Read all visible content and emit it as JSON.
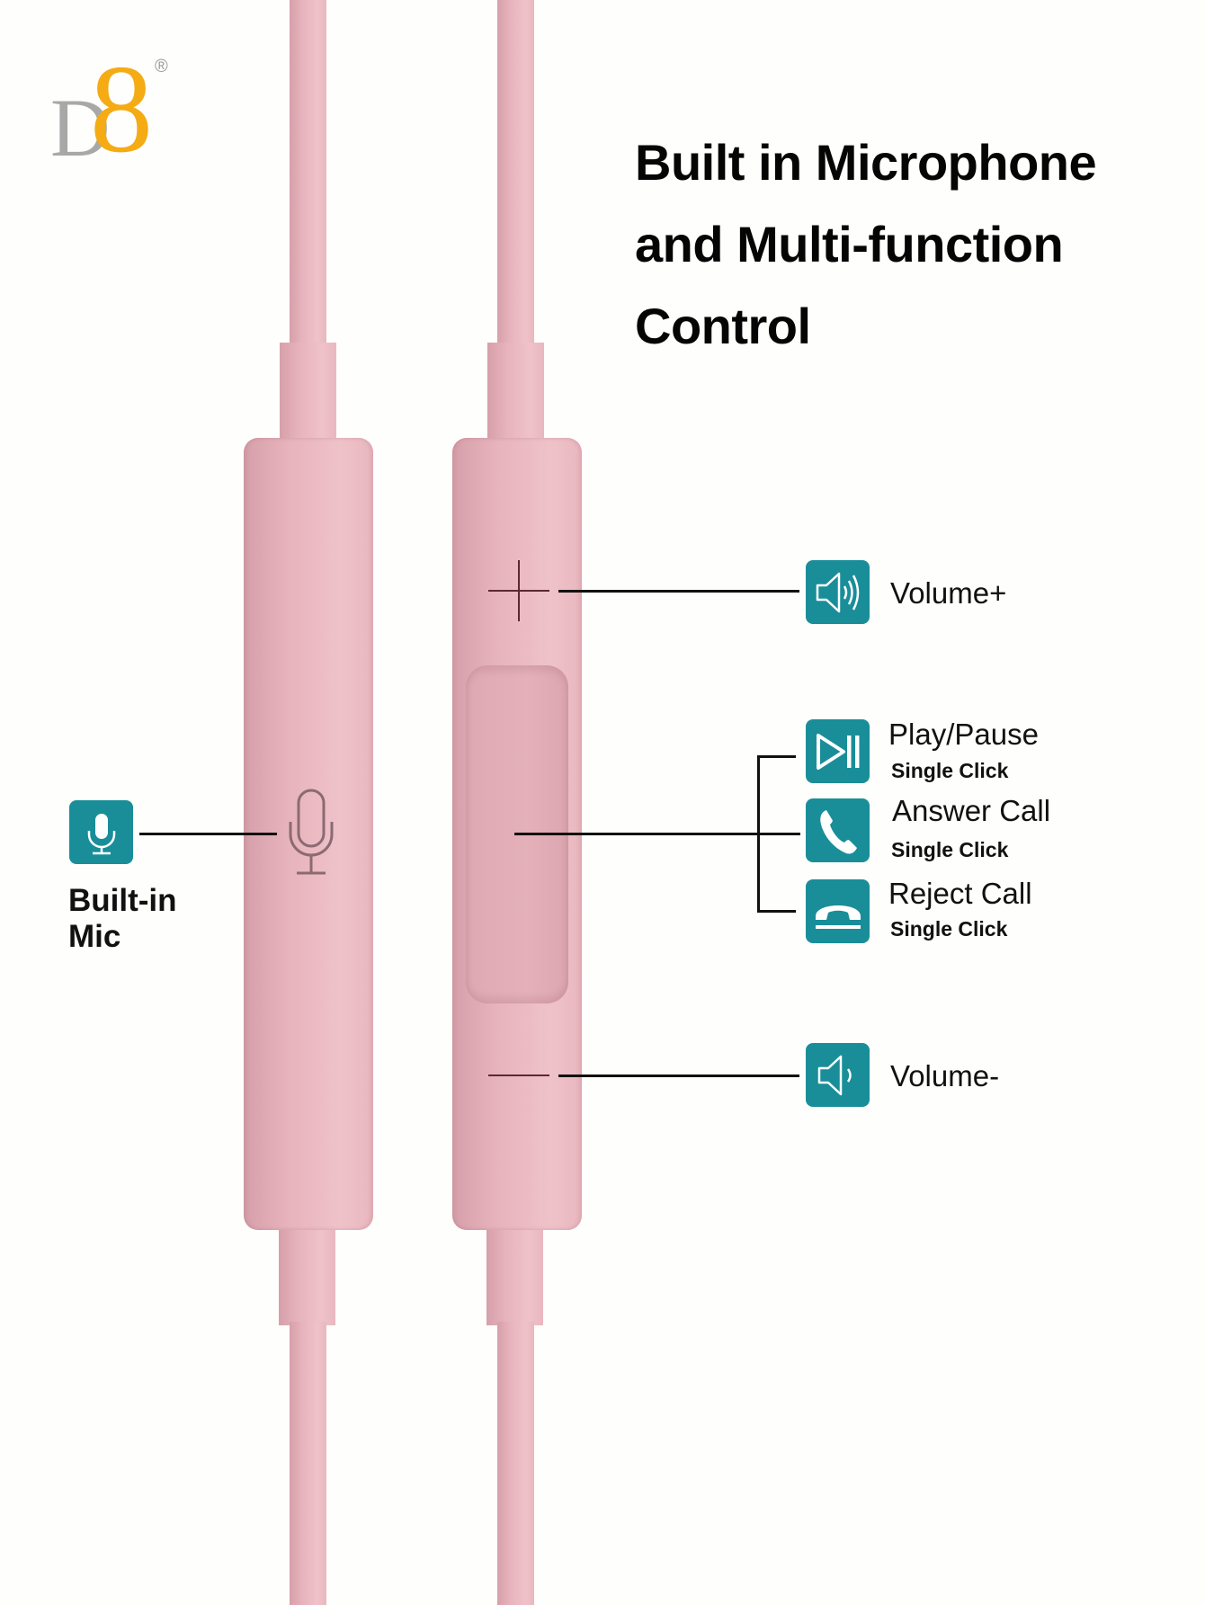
{
  "logo": {
    "letter": "D",
    "number": "8",
    "registered": "®",
    "colors": {
      "letter": "#a8a8a8",
      "number": "#f4ab14"
    }
  },
  "headline": {
    "lines": [
      "Built in Microphone",
      "and Multi-function",
      "Control"
    ]
  },
  "mic": {
    "icon": "microphone-icon",
    "label_lines": [
      "Built-in",
      "Mic"
    ]
  },
  "controls": {
    "volume_up": {
      "icon": "volume-up-icon",
      "label": "Volume+",
      "remote_mark": "+"
    },
    "center_button": {
      "functions": [
        {
          "icon": "play-pause-icon",
          "label": "Play/Pause",
          "action": "Single Click"
        },
        {
          "icon": "phone-answer-icon",
          "label": "Answer Call",
          "action": "Single Click"
        },
        {
          "icon": "phone-hangup-icon",
          "label": "Reject Call",
          "action": "Single Click"
        }
      ]
    },
    "volume_down": {
      "icon": "volume-down-icon",
      "label": "Volume-",
      "remote_mark": "−"
    }
  },
  "colors": {
    "accent": "#198e99",
    "product": "#e9b7bf",
    "background": "#fefefc"
  }
}
